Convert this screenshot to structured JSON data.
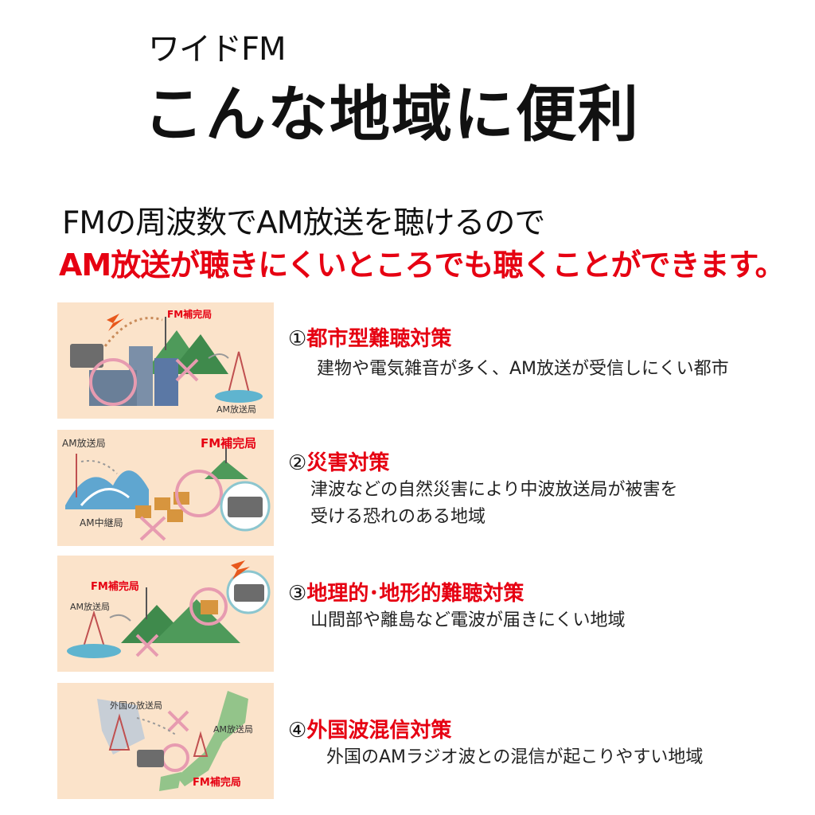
{
  "header": {
    "subtitle": "ワイドFM",
    "title": "こんな地域に便利"
  },
  "lead": {
    "line1": "FMの周波数でAM放送を聴けるので",
    "line2": "AM放送が聴きにくいところでも聴くことができます。"
  },
  "items": [
    {
      "number": "①",
      "heading": "都市型難聴対策",
      "desc": [
        "建物や電気雑音が多く、AM放送が受信しにくい都市"
      ],
      "labels": [
        "FM補完局",
        "AM放送局"
      ]
    },
    {
      "number": "②",
      "heading": "災害対策",
      "desc": [
        "津波などの自然災害により中波放送局が被害を",
        "受ける恐れのある地域"
      ],
      "labels": [
        "AM放送局",
        "FM補完局",
        "AM中継局"
      ]
    },
    {
      "number": "③",
      "heading": "地理的･地形的難聴対策",
      "desc": [
        "山間部や離島など電波が届きにくい地域"
      ],
      "labels": [
        "FM補完局",
        "AM放送局"
      ]
    },
    {
      "number": "④",
      "heading": "外国波混信対策",
      "desc": [
        "外国のAMラジオ波との混信が起こりやすい地域"
      ],
      "labels": [
        "外国の放送局",
        "AM放送局",
        "FM補完局"
      ]
    }
  ],
  "colors": {
    "accent": "#e60012",
    "panel_bg": "#fbe3ca",
    "mountain": "#4e9a5a",
    "sea": "#5fb4cf",
    "cross": "#e79bb0"
  }
}
